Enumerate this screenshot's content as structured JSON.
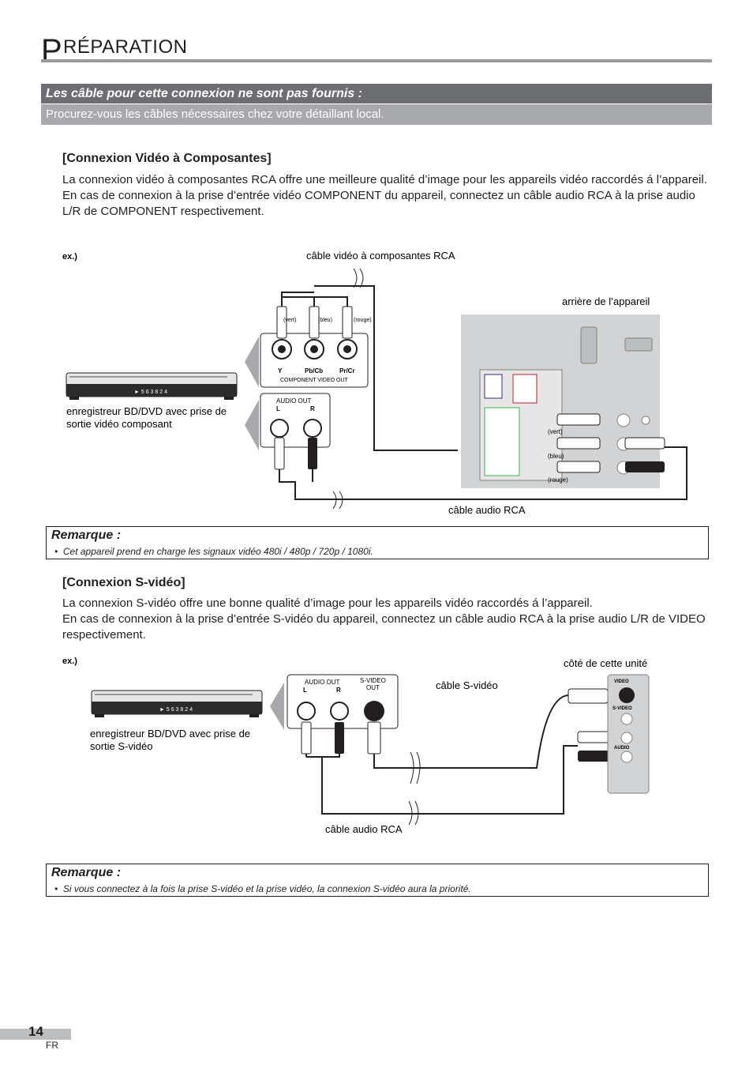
{
  "header": {
    "title_initial": "P",
    "title_rest": "RÉPARATION"
  },
  "banner": {
    "title": "Les câble pour cette connexion ne sont pas fournis :",
    "subtitle": "Procurez-vous les câbles nécessaires chez votre détaillant local."
  },
  "component": {
    "heading": "[Connexion Vidéo à Composantes]",
    "paragraph1": "La connexion vidéo à composantes RCA offre une meilleure qualité d’image pour les appareils vidéo raccordés á l’appareil.",
    "paragraph2": "En cas de connexion à la prise d’entrée vidéo COMPONENT du appareil, connectez un câble audio RCA à la prise audio L/R de COMPONENT respectivement.",
    "diagram": {
      "ex_label": "ex.)",
      "video_cable_label": "câble vidéo à composantes RCA",
      "rear_label": "arrière de l’appareil",
      "device_label_line1": "enregistreur BD/DVD avec prise de",
      "device_label_line2": "sortie vidéo composant",
      "audio_cable_label": "câble audio RCA",
      "plug_labels": [
        "(vert)",
        "(bleu)",
        "(rouge)"
      ],
      "jack_labels": [
        "Y",
        "Pb/Cb",
        "Pr/Cr"
      ],
      "component_out": "COMPONENT VIDEO OUT",
      "audio_out": "AUDIO OUT",
      "audio_l": "L",
      "audio_r": "R",
      "panel_plug_labels": [
        "(vert)",
        "(bleu)",
        "(rouge)"
      ],
      "display_text": "► 5 6 3 8 2 4"
    }
  },
  "note1": {
    "title": "Remarque :",
    "item": "Cet appareil prend en charge les signaux vidéo 480i / 480p / 720p / 1080i."
  },
  "svideo": {
    "heading": "[Connexion S-vidéo]",
    "paragraph1": "La connexion S-vidéo offre une bonne qualité d’image pour les appareils vidéo raccordés á l’appareil.",
    "paragraph2": "En cas de connexion à la prise d’entrée S-vidéo du appareil, connectez un câble audio RCA à la prise audio L/R de VIDEO respectivement.",
    "diagram": {
      "ex_label": "ex.)",
      "side_label": "côté de cette unité",
      "svideo_cable_label": "câble S-vidéo",
      "device_label_line1": "enregistreur BD/DVD avec prise de",
      "device_label_line2": "sortie S-vidéo",
      "audio_cable_label": "câble audio RCA",
      "audio_out": "AUDIO OUT",
      "audio_l": "L",
      "audio_r": "R",
      "svideo_out_line1": "S-VIDEO",
      "svideo_out_line2": "OUT",
      "side_video": "VIDEO",
      "side_svideo": "S-VIDEO",
      "side_audio": "AUDIO",
      "display_text": "► 5 6 3 8 2 4"
    }
  },
  "note2": {
    "title": "Remarque :",
    "item": "Si vous connectez à la fois la prise S-vidéo et la prise vidéo, la connexion S-vidéo aura la priorité."
  },
  "footer": {
    "page_number": "14",
    "language": "FR"
  }
}
